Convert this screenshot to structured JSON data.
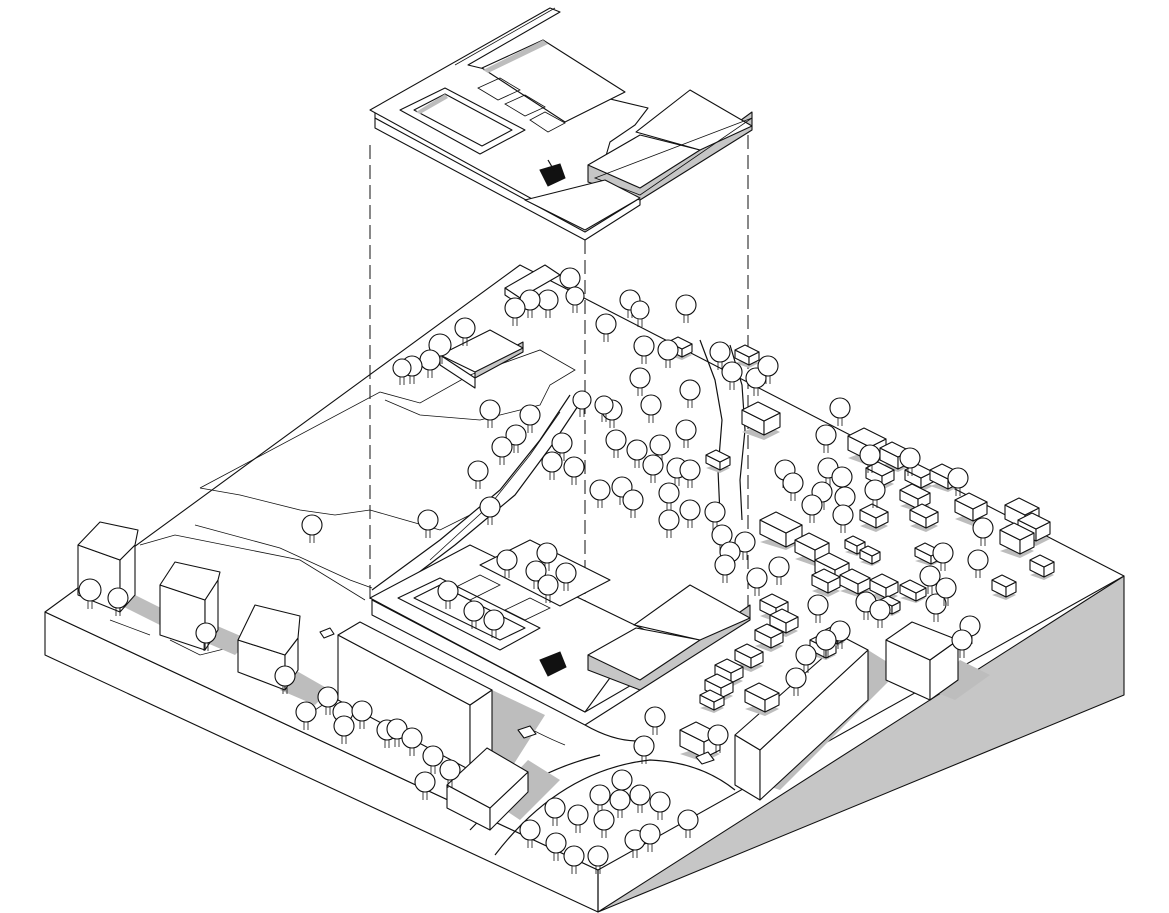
{
  "diagram": {
    "type": "exploded isometric site axonometric",
    "style": "monochrome line drawing",
    "colors": {
      "line": "#111111",
      "fill": "#ffffff",
      "shade": "#c6c6c6",
      "shadow": "#bdbdbd"
    },
    "elements": [
      "site-block",
      "lifted-roof-plan",
      "projection-lines",
      "school-complex",
      "residential-towers",
      "slab-blocks",
      "village-houses",
      "trees",
      "paths"
    ]
  }
}
